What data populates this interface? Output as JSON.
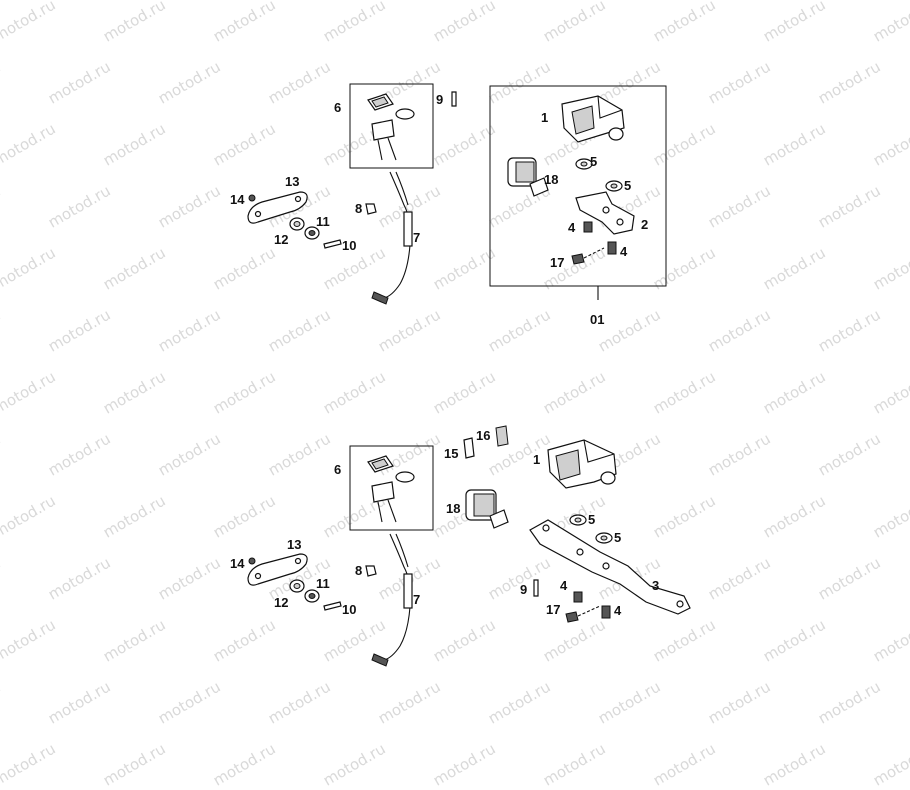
{
  "watermark": "motod.ru",
  "top_assembly": {
    "callouts": {
      "p1": "1",
      "p2": "2",
      "p4a": "4",
      "p4b": "4",
      "p5a": "5",
      "p5b": "5",
      "p6": "6",
      "p7": "7",
      "p8": "8",
      "p9": "9",
      "p10": "10",
      "p11": "11",
      "p12": "12",
      "p13": "13",
      "p14": "14",
      "p17": "17",
      "p18": "18",
      "p01": "01"
    }
  },
  "bottom_assembly": {
    "callouts": {
      "p1": "1",
      "p3": "3",
      "p4a": "4",
      "p4b": "4",
      "p5a": "5",
      "p5b": "5",
      "p6": "6",
      "p7": "7",
      "p8": "8",
      "p9": "9",
      "p10": "10",
      "p11": "11",
      "p12": "12",
      "p13": "13",
      "p14": "14",
      "p15": "15",
      "p16": "16",
      "p17": "17",
      "p18": "18"
    }
  }
}
